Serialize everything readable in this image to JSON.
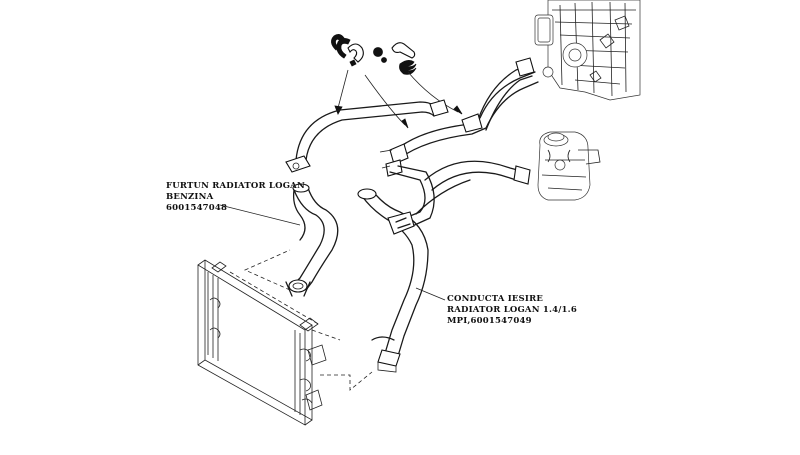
{
  "labels": {
    "left": {
      "line1": "FURTUN RADIATOR LOGAN",
      "line2": "BENZINA",
      "line3": "6001547048"
    },
    "right": {
      "line1": "CONDUCTA IESIRE",
      "line2": "RADIATOR LOGAN 1.4/1.6",
      "line3": "MPI,6001547049"
    }
  }
}
